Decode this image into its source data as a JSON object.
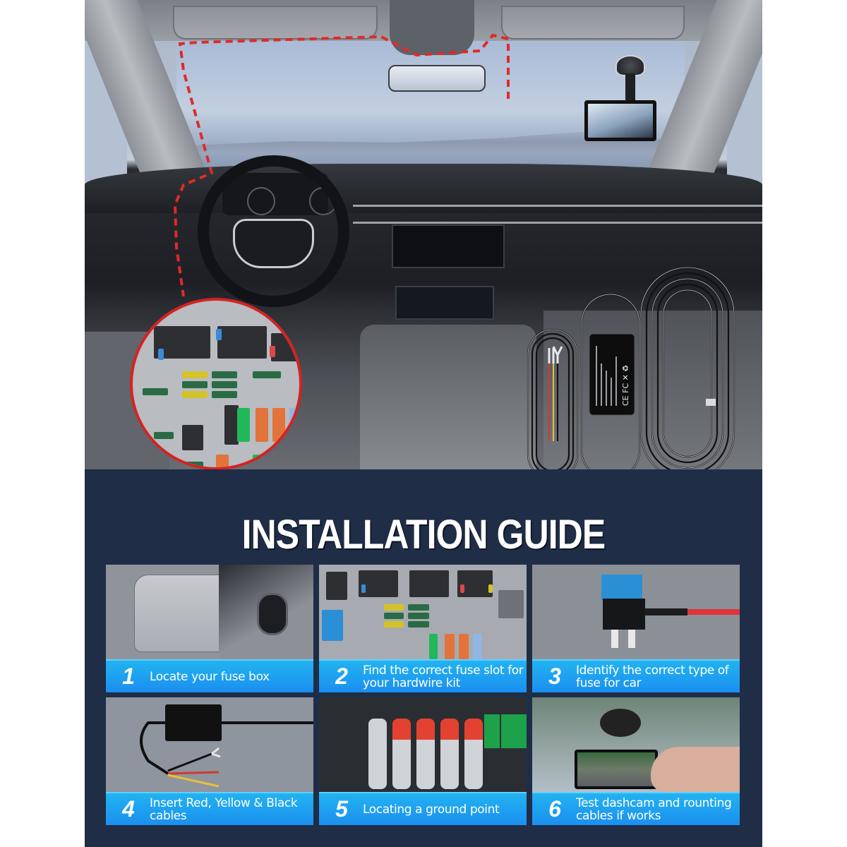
{
  "hero": {
    "scene": "car interior with dashcam mounted on windshield",
    "callout": "fuse-box",
    "product": "hardwire kit",
    "route_color": "#d42323"
  },
  "guide": {
    "title": "INSTALLATION GUIDE",
    "label_color": "#1b9cf0",
    "background_color": "#1f2d47",
    "steps": [
      {
        "number": "1",
        "text": "Locate your fuse box",
        "photo": "glovebox panel"
      },
      {
        "number": "2",
        "text": "Find the correct fuse slot for your hardwire kit",
        "photo": "fuse box"
      },
      {
        "number": "3",
        "text": "Identify the correct type of fuse for car",
        "photo": "add-a-fuse tap"
      },
      {
        "number": "4",
        "text": "Insert Red, Yellow & Black cables",
        "photo": "hardwire kit cables"
      },
      {
        "number": "5",
        "text": "Locating a ground point",
        "photo": "ground terminals"
      },
      {
        "number": "6",
        "text": "Test dashcam and rounting cables if works",
        "photo": "dashcam test"
      }
    ]
  }
}
